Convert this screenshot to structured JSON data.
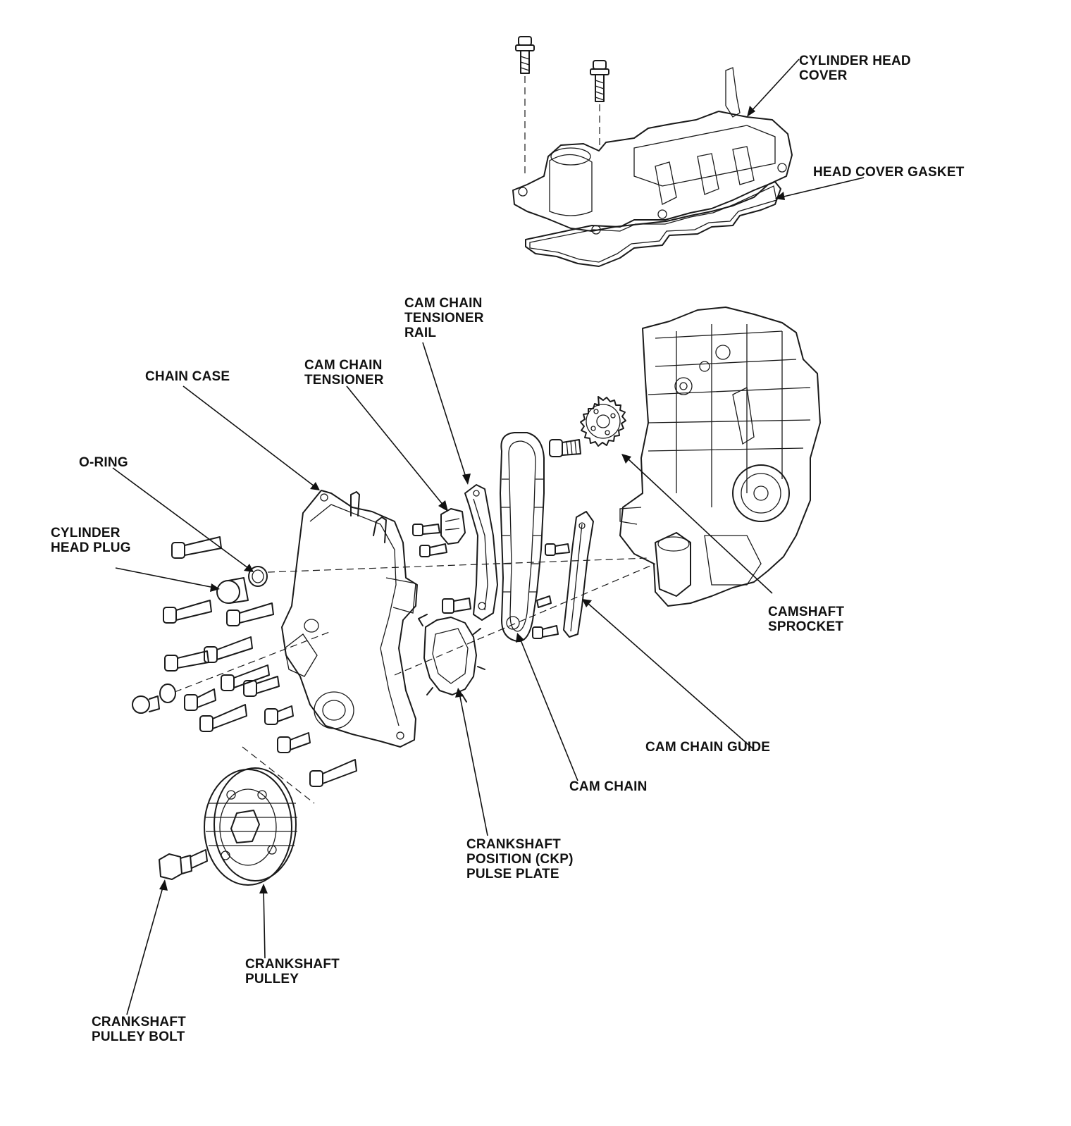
{
  "labels": {
    "cylinder_head_cover": [
      "CYLINDER HEAD",
      "COVER"
    ],
    "head_cover_gasket": [
      "HEAD COVER GASKET"
    ],
    "cam_chain_tensioner_rail": [
      "CAM CHAIN",
      "TENSIONER",
      "RAIL"
    ],
    "cam_chain_tensioner": [
      "CAM CHAIN",
      "TENSIONER"
    ],
    "chain_case": [
      "CHAIN CASE"
    ],
    "o_ring": [
      "O-RING"
    ],
    "cylinder_head_plug": [
      "CYLINDER",
      "HEAD PLUG"
    ],
    "camshaft_sprocket": [
      "CAMSHAFT",
      "SPROCKET"
    ],
    "cam_chain_guide": [
      "CAM CHAIN GUIDE"
    ],
    "cam_chain": [
      "CAM CHAIN"
    ],
    "ckp_pulse_plate": [
      "CRANKSHAFT",
      "POSITION (CKP)",
      "PULSE PLATE"
    ],
    "crankshaft_pulley": [
      "CRANKSHAFT",
      "PULLEY"
    ],
    "crankshaft_pulley_bolt": [
      "CRANKSHAFT",
      "PULLEY BOLT"
    ]
  }
}
